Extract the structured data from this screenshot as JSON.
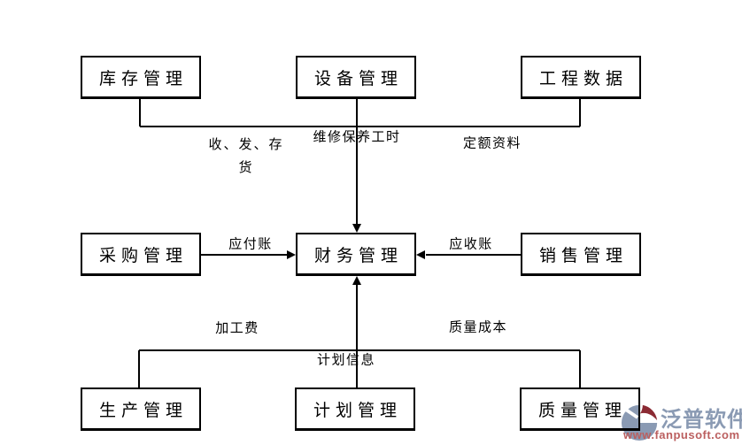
{
  "diagram": {
    "boxes": [
      {
        "id": "inventory",
        "label": "库存管理"
      },
      {
        "id": "equipment",
        "label": "设备管理"
      },
      {
        "id": "engineering",
        "label": "工程数据"
      },
      {
        "id": "procurement",
        "label": "采购管理"
      },
      {
        "id": "finance",
        "label": "财务管理"
      },
      {
        "id": "sales",
        "label": "销售管理"
      },
      {
        "id": "production",
        "label": "生产管理"
      },
      {
        "id": "planning",
        "label": "计划管理"
      },
      {
        "id": "quality",
        "label": "质量管理"
      }
    ],
    "edge_labels": {
      "storage_flow_line1": "收、发、存",
      "storage_flow_line2": "货",
      "maintenance_hours": "维修保养工时",
      "quota_data": "定额资料",
      "accounts_payable": "应付账",
      "accounts_receivable": "应收账",
      "processing_fee": "加工费",
      "quality_cost": "质量成本",
      "plan_info": "计划信息"
    },
    "line_color": "#000000"
  },
  "watermark": {
    "icon": "fanpu-logo-icon",
    "brand": "泛普软件",
    "url": "www.fanpusoft.com",
    "brand_color": "#8a9ab3",
    "url_color": "#bb5f5f",
    "icon_red": "#8b2a33"
  }
}
